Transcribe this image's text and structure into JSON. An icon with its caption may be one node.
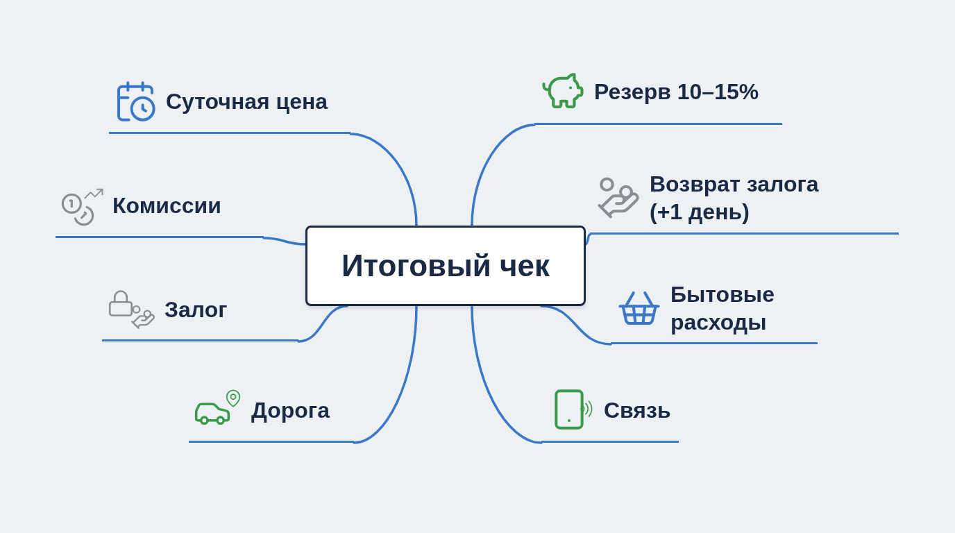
{
  "diagram": {
    "nodes": [
      {
        "text": [
          "Итоговый чек"
        ]
      },
      {
        "text": [
          "Суточная цена"
        ]
      },
      {
        "text": [
          "Комиссии"
        ]
      },
      {
        "text": [
          "Залог"
        ]
      },
      {
        "text": [
          "Дорога"
        ]
      },
      {
        "text": [
          "Резерв 10–15%"
        ]
      },
      {
        "text": [
          "Возврат залога (+1 день)"
        ]
      },
      {
        "text": [
          "Бытовые расходы"
        ]
      },
      {
        "text": [
          "Связь"
        ]
      }
    ],
    "edges": [
      {
        "from": 0,
        "to": 1,
        "arrow": "none"
      },
      {
        "from": 0,
        "to": 2,
        "arrow": "none"
      },
      {
        "from": 0,
        "to": 3,
        "arrow": "none"
      },
      {
        "from": 0,
        "to": 4,
        "arrow": "none"
      },
      {
        "from": 0,
        "to": 5,
        "arrow": "none"
      },
      {
        "from": 0,
        "to": 6,
        "arrow": "none"
      },
      {
        "from": 0,
        "to": 7,
        "arrow": "none"
      },
      {
        "from": 0,
        "to": 8,
        "arrow": "none"
      }
    ]
  }
}
